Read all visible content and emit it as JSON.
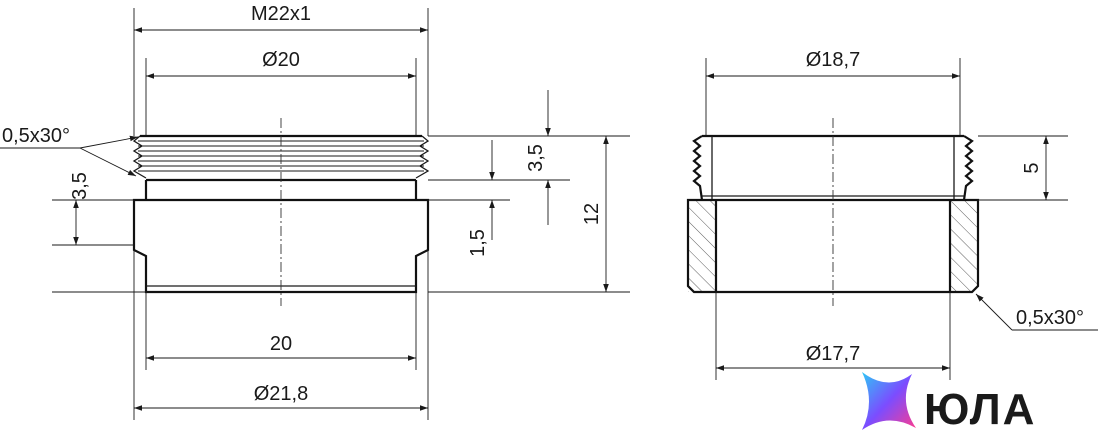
{
  "left_view": {
    "thread_label": "M22x1",
    "inner_diameter_label": "Ø20",
    "chamfer_label": "0,5x30°",
    "thread_length_label": "3,5",
    "right_thread_length_label": "3,5",
    "groove_label": "1,5",
    "height_label": "12",
    "bottom_width_label": "20",
    "outer_diameter_label": "Ø21,8"
  },
  "right_view": {
    "top_diameter_label": "Ø18,7",
    "thread_height_label": "5",
    "chamfer_label": "0,5x30°",
    "bottom_diameter_label": "Ø17,7"
  },
  "logo": {
    "text": "ЮЛА",
    "colors": [
      "#2fc6f6",
      "#7b4dff",
      "#ff3c8e"
    ]
  }
}
